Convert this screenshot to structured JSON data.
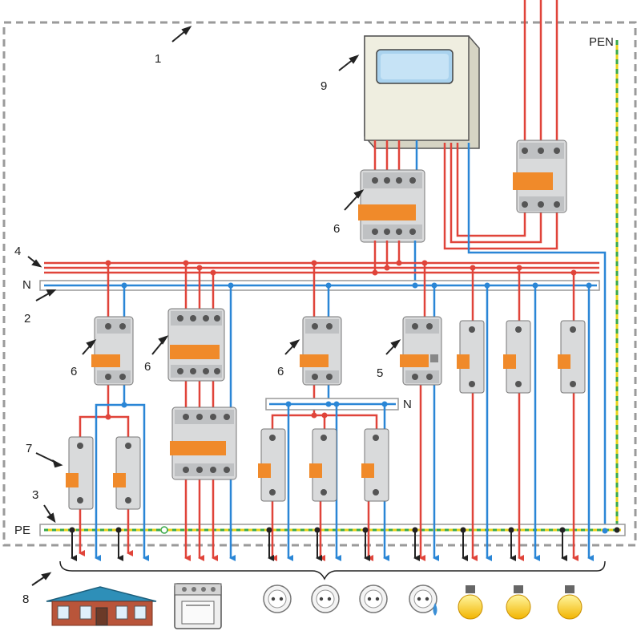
{
  "labels": {
    "pen": "PEN",
    "n_main": "N",
    "n_sub": "N",
    "pe": "PE",
    "num_1": "1",
    "num_2": "2",
    "num_3": "3",
    "num_4": "4",
    "num_5": "5",
    "num_6a": "6",
    "num_6b": "6",
    "num_6c": "6",
    "num_6d": "6",
    "num_7": "7",
    "num_8": "8",
    "num_9": "9"
  },
  "colors": {
    "phase": "#e0443a",
    "neutral": "#2a86d6",
    "pe_yellow": "#e8d21a",
    "pe_green": "#3aa84a",
    "breaker_body": "#d9dadb",
    "breaker_lever": "#f08a2a",
    "enclosure": "#9a9a9a",
    "meter_body": "#efeee0"
  },
  "icons": {
    "house": "house-icon",
    "stove": "stove-icon",
    "socket": "socket-icon",
    "socket_water": "socket-water-icon",
    "bulb": "lightbulb-icon"
  }
}
